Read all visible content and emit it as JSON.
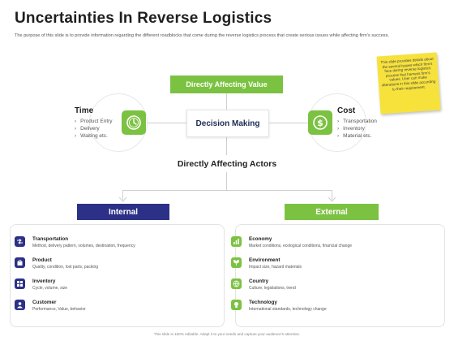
{
  "title": "Uncertainties In Reverse Logistics",
  "subtitle": "The purpose of this slide is to provide information regarding the different roadblocks that come during the reverse logistics process that create serious issues while affecting firm's success.",
  "note": "This slide provides details about the several issues which firm's face during reverse logistics process that harness firm's values. User can make alterations in this slide according to their requirement.",
  "direct_value": {
    "label": "Directly Affecting Value",
    "center": "Decision Making",
    "time": {
      "title": "Time",
      "icon": "clock-icon",
      "items": [
        "Product Entry",
        "Delivery",
        "Waiting etc."
      ]
    },
    "cost": {
      "title": "Cost",
      "icon": "dollar-icon",
      "items": [
        "Transportation",
        "Inventory",
        "Material etc."
      ]
    }
  },
  "actors_label": "Directly Affecting Actors",
  "internal": {
    "label": "Internal",
    "color": "#2c3187",
    "items": [
      {
        "title": "Transportation",
        "desc": "Method, delivery pattern, volumes, destination, frequency",
        "icon": "transport-icon"
      },
      {
        "title": "Product",
        "desc": "Quality, condition, lost parts, packing",
        "icon": "product-icon"
      },
      {
        "title": "Inventory",
        "desc": "Cycle, volume, size",
        "icon": "inventory-icon"
      },
      {
        "title": "Customer",
        "desc": "Performance, Value, behavior",
        "icon": "customer-icon"
      }
    ]
  },
  "external": {
    "label": "External",
    "color": "#7cc242",
    "items": [
      {
        "title": "Economy",
        "desc": "Market conditions, ecological conditions, financial change",
        "icon": "economy-icon"
      },
      {
        "title": "Environment",
        "desc": "Impact size, hazard materials",
        "icon": "environment-icon"
      },
      {
        "title": "Country",
        "desc": "Culture, legislations, trend",
        "icon": "country-icon"
      },
      {
        "title": "Technology",
        "desc": "International standards, technology change",
        "icon": "technology-icon"
      }
    ]
  },
  "footer": "This slide is 100% editable. Adapt it to your needs and capture your audience's attention."
}
